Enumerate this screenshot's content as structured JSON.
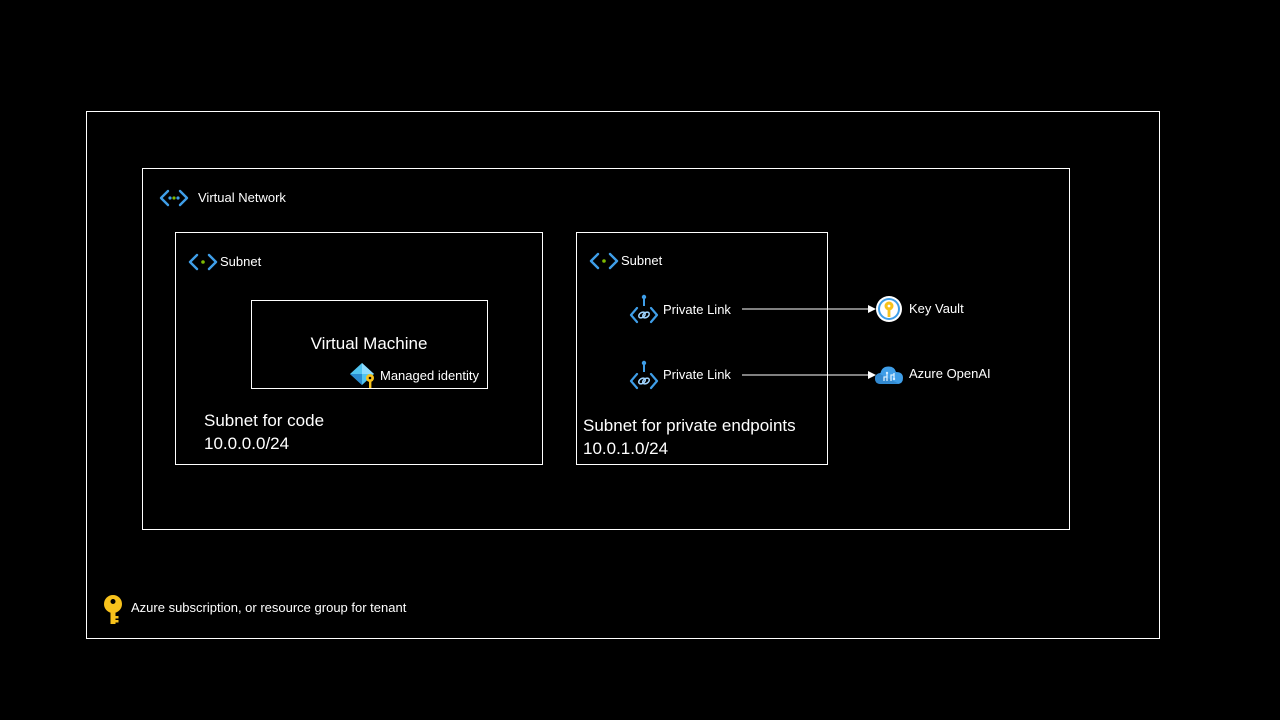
{
  "diagram": {
    "outer": {
      "label": "Azure subscription, or resource group for tenant",
      "icon": "key-icon"
    },
    "vnet": {
      "label": "Virtual Network",
      "icon": "virtual-network-icon"
    },
    "subnet_code": {
      "header": "Subnet",
      "icon": "subnet-icon",
      "title": "Subnet for code",
      "cidr": "10.0.0.0/24",
      "vm": {
        "label": "Virtual Machine",
        "identity_label": "Managed identity",
        "identity_icon": "managed-identity-icon"
      }
    },
    "subnet_pe": {
      "header": "Subnet",
      "icon": "subnet-icon",
      "title": "Subnet for private endpoints",
      "cidr": "10.0.1.0/24",
      "links": [
        {
          "label": "Private Link",
          "icon": "private-link-icon",
          "target": "Key Vault",
          "target_icon": "key-vault-icon"
        },
        {
          "label": "Private Link",
          "icon": "private-link-icon",
          "target": "Azure OpenAI",
          "target_icon": "azure-openai-icon"
        }
      ]
    },
    "colors": {
      "background": "#000000",
      "border": "#ffffff",
      "network_blue": "#3f9ee8",
      "network_dot": "#7fba00",
      "key_yellow": "#f8c21c"
    }
  }
}
